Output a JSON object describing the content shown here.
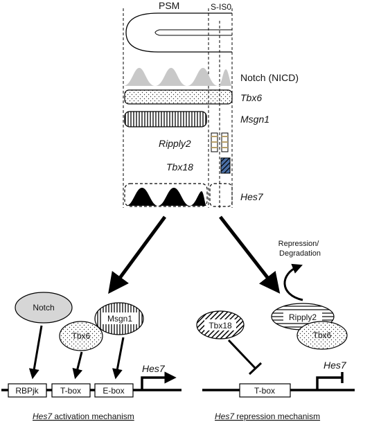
{
  "header": {
    "psm": "PSM",
    "sis0": "S-IS0"
  },
  "rows": {
    "notch": "Notch (NICD)",
    "tbx6": "Tbx6",
    "msgn1": "Msgn1",
    "ripply2": "Ripply2",
    "tbx18": "Tbx18",
    "hes7": "Hes7"
  },
  "activation": {
    "notch": "Notch",
    "tbx6": "Tbx6",
    "msgn1": "Msgn1",
    "boxes": [
      "RBPjk",
      "T-box",
      "E-box"
    ],
    "gene": "Hes7",
    "caption_gene": "Hes7",
    "caption_rest": " activation mechanism"
  },
  "repression": {
    "label_line1": "Repression/",
    "label_line2": "Degradation",
    "tbx18": "Tbx18",
    "ripply2": "Ripply2",
    "tbx6": "Tbx6",
    "box": "T-box",
    "gene": "Hes7",
    "caption_gene": "Hes7",
    "caption_rest": " repression mechanism"
  },
  "colors": {
    "notch_wave": "#c8c8c8",
    "notch_oval": "#d6d6d6",
    "hes7_wave": "#000000",
    "ripply_stripes": "#b8a06a"
  }
}
